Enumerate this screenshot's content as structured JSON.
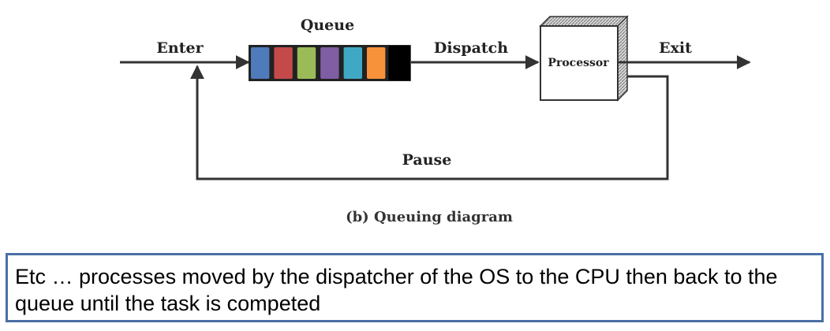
{
  "diagram": {
    "labels": {
      "enter": "Enter",
      "queue": "Queue",
      "dispatch": "Dispatch",
      "processor": "Processor",
      "exit": "Exit",
      "pause": "Pause"
    },
    "caption": "(b) Queuing diagram",
    "queue_slot_colors": [
      "#4f7bbb",
      "#c44a4a",
      "#9bbb59",
      "#7f5ea3",
      "#3fa9c5",
      "#f7923a",
      "#000000"
    ]
  },
  "note": {
    "text": "Etc … processes moved by the dispatcher of the OS to the CPU then back to the queue until the task is competed"
  }
}
